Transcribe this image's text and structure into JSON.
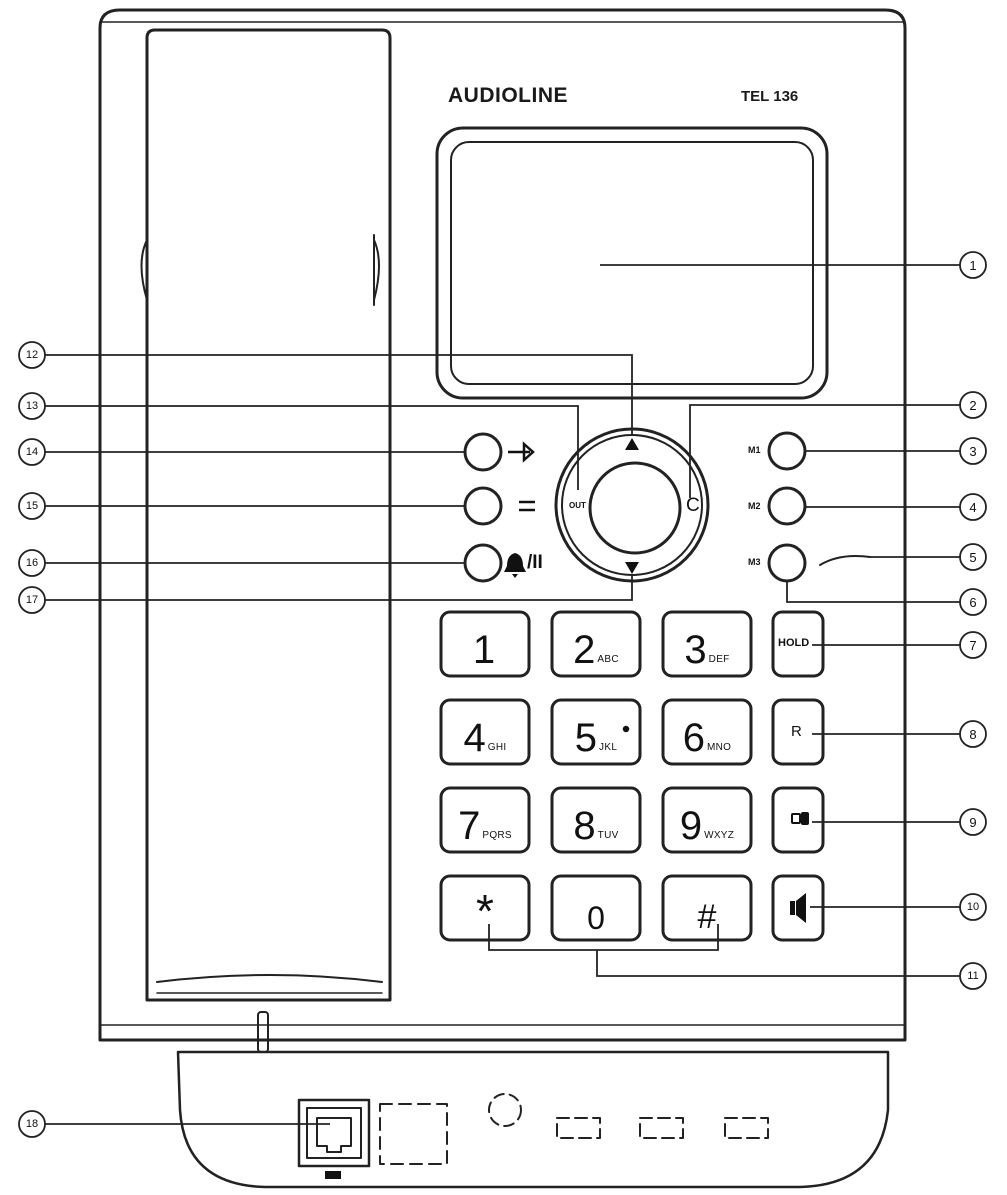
{
  "brand": "AUDIOLINE",
  "model": "TEL 136",
  "soft_keys": {
    "out_label": "OUT",
    "clear_label": "C",
    "bell_pause_label": "/II",
    "list_icon": "list-icon",
    "arrow_up_icon": "triangle-up-icon",
    "arrow_down_icon": "triangle-down-icon",
    "bell_icon": "bell-icon",
    "redial_icon": "arrow-into-icon"
  },
  "memory_keys": [
    "M1",
    "M2",
    "M3"
  ],
  "keypad": [
    {
      "digit": "1",
      "letters": ""
    },
    {
      "digit": "2",
      "letters": "ABC"
    },
    {
      "digit": "3",
      "letters": "DEF"
    },
    {
      "digit": "4",
      "letters": "GHI"
    },
    {
      "digit": "5",
      "letters": "JKL"
    },
    {
      "digit": "6",
      "letters": "MNO"
    },
    {
      "digit": "7",
      "letters": "PQRS"
    },
    {
      "digit": "8",
      "letters": "TUV"
    },
    {
      "digit": "9",
      "letters": "WXYZ"
    },
    {
      "digit": "*",
      "letters": ""
    },
    {
      "digit": "0",
      "letters": ""
    },
    {
      "digit": "#",
      "letters": ""
    }
  ],
  "function_keys": {
    "hold_label": "HOLD",
    "recall_label": "R",
    "mute_icon": "mute-icon",
    "speaker_icon": "speaker-icon"
  },
  "port_icon": "phone-jack-icon",
  "callouts": [
    "1",
    "2",
    "3",
    "4",
    "5",
    "6",
    "7",
    "8",
    "9",
    "10",
    "11",
    "12",
    "13",
    "14",
    "15",
    "16",
    "17",
    "18"
  ]
}
